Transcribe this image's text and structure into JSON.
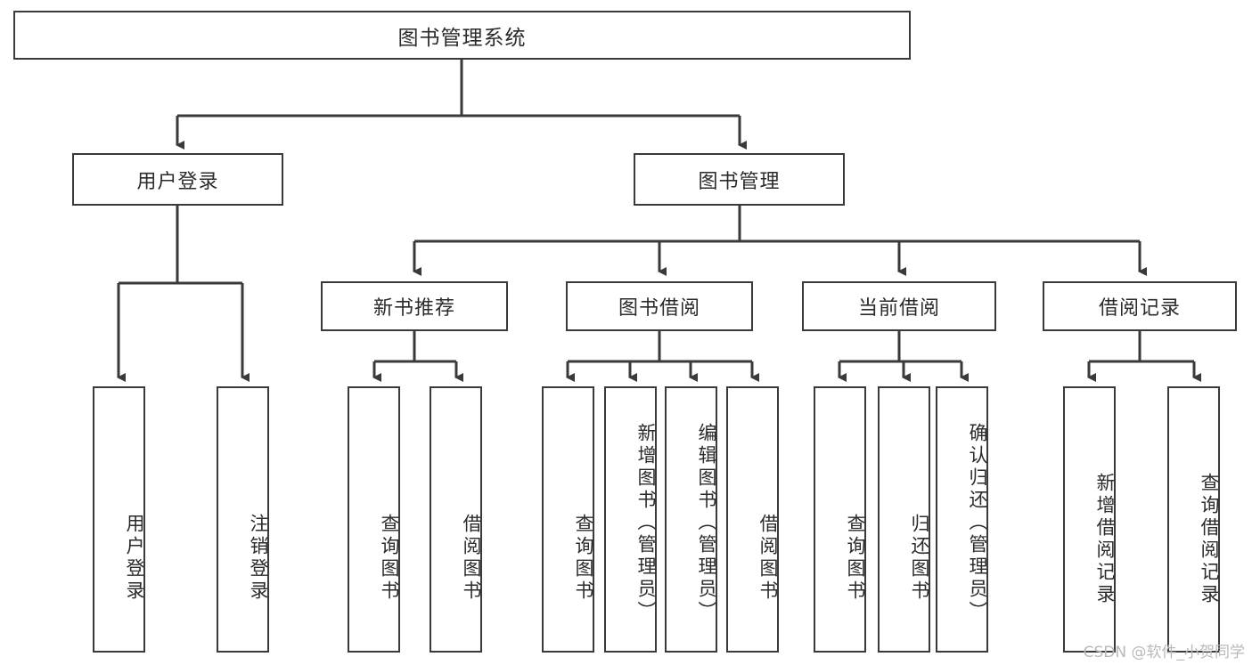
{
  "diagram": {
    "title": "图书管理系统",
    "type": "功能结构图",
    "root": {
      "label": "图书管理系统"
    },
    "level2": [
      {
        "label": "用户登录"
      },
      {
        "label": "图书管理"
      }
    ],
    "level3": [
      {
        "label": "新书推荐"
      },
      {
        "label": "图书借阅"
      },
      {
        "label": "当前借阅"
      },
      {
        "label": "借阅记录"
      }
    ],
    "leaves": {
      "user_login": [
        {
          "label": "用户登录"
        },
        {
          "label": "注销登录"
        }
      ],
      "new_book_recommend": [
        {
          "label": "查询图书"
        },
        {
          "label": "借阅图书"
        }
      ],
      "book_borrow": [
        {
          "label": "查询图书"
        },
        {
          "label": "新增图书（管理员）"
        },
        {
          "label": "编辑图书（管理员）"
        },
        {
          "label": "借阅图书"
        }
      ],
      "current_borrow": [
        {
          "label": "查询图书"
        },
        {
          "label": "归还图书"
        },
        {
          "label": "确认归还（管理员）"
        }
      ],
      "borrow_record": [
        {
          "label": "新增借阅记录"
        },
        {
          "label": "查询借阅记录"
        }
      ]
    }
  },
  "watermark": {
    "text": "CSDN @软件_小贺同学"
  },
  "colors": {
    "box_border": "#3a3a3a",
    "box_fill": "#ffffff",
    "text": "#2b2b2b",
    "line": "#3a3a3a",
    "watermark": "#b9b9b9"
  }
}
